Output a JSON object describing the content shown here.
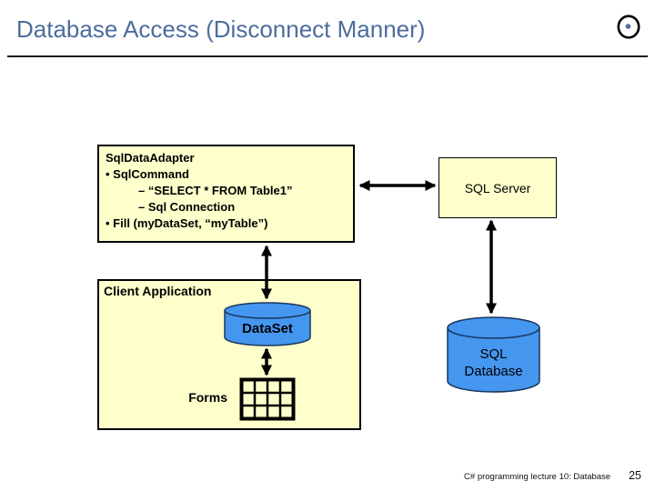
{
  "slide": {
    "title": "Database Access (Disconnect Manner)",
    "footer": {
      "text": "C# programming lecture 10: Database",
      "page": "25"
    }
  },
  "diagram": {
    "adapter_box": {
      "lines": [
        "SqlDataAdapter",
        "• SqlCommand",
        "– “SELECT * FROM Table1”",
        "– Sql Connection",
        "• Fill (myDataSet, “myTable”)"
      ]
    },
    "sql_server_box": {
      "label": "SQL Server"
    },
    "client_box": {
      "label": "Client Application"
    },
    "dataset_cylinder": {
      "label": "DataSet"
    },
    "sql_database_cylinder": {
      "line1": "SQL",
      "line2": "Database"
    },
    "forms": {
      "label": "Forms"
    }
  },
  "colors": {
    "title_text": "#4D6D9D",
    "box_fill": "#FFFFCC",
    "box_border": "#000000",
    "cylinder_fill": "#4596EF",
    "cylinder_border": "#17375E",
    "arrow": "#000000",
    "icon_dot": "#4D6D9D"
  }
}
